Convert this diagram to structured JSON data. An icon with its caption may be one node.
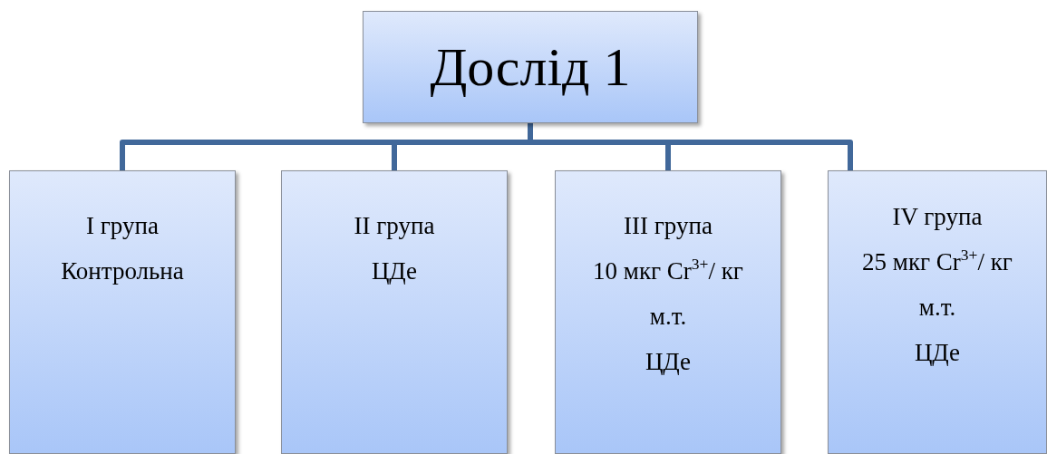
{
  "diagram": {
    "nodes": [
      {
        "text": [
          "Дослід 1"
        ]
      },
      {
        "text": [
          "I група",
          "Контрольна"
        ]
      },
      {
        "text": [
          "II група",
          "ЦДе"
        ]
      },
      {
        "text": [
          "III група",
          "10 мкг Cr$^{3+}$/ кг м.т.",
          "ЦДе"
        ]
      },
      {
        "text": [
          "IV група",
          "25 мкг Cr$^{3+}$/ кг м.т.",
          "ЦДе"
        ]
      }
    ],
    "edges": [
      {
        "from": 0,
        "to": 1,
        "arrow": "none"
      },
      {
        "from": 0,
        "to": 2,
        "arrow": "none"
      },
      {
        "from": 0,
        "to": 3,
        "arrow": "none"
      },
      {
        "from": 0,
        "to": 4,
        "arrow": "none"
      }
    ]
  }
}
